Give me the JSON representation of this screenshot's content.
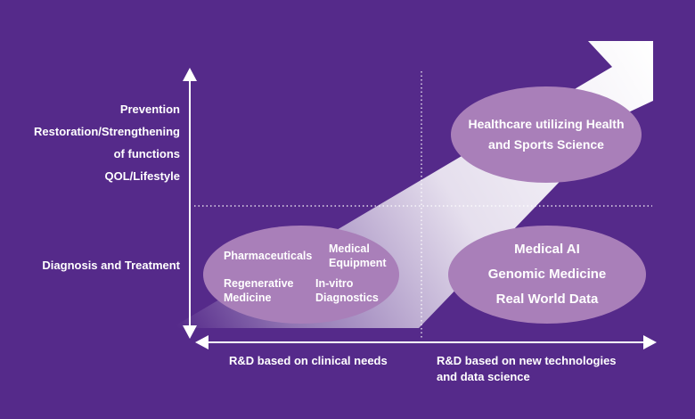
{
  "y_labels": {
    "upper": [
      "Prevention",
      "Restoration/Strengthening",
      "of functions",
      "QOL/Lifestyle"
    ],
    "lower": "Diagnosis and Treatment"
  },
  "x_labels": {
    "left": "R&D based on clinical needs",
    "right_line1": "R&D based on new technologies",
    "right_line2": "and data science"
  },
  "left_ellipse": {
    "pharmaceuticals": "Pharmaceuticals",
    "medical_equipment_1": "Medical",
    "medical_equipment_2": "Equipment",
    "regenerative_1": "Regenerative",
    "regenerative_2": "Medicine",
    "invitro_1": "In-vitro",
    "invitro_2": "Diagnostics"
  },
  "right_lower_ellipse": [
    "Medical AI",
    "Genomic Medicine",
    "Real World Data"
  ],
  "right_upper_ellipse": [
    "Healthcare utilizing Health",
    "and Sports Science"
  ],
  "colors": {
    "background": "#552a8a",
    "ellipse": "#a97fb9",
    "text": "#ffffff"
  }
}
